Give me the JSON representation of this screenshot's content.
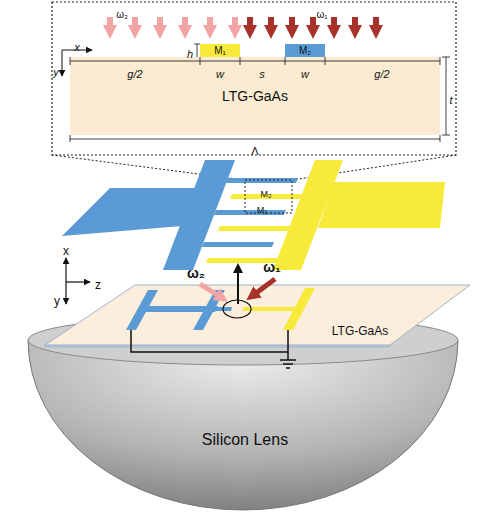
{
  "diagram": {
    "nodes": [
      {
        "text": [
          "M₁"
        ]
      },
      {
        "text": [
          "M₂"
        ]
      },
      {
        "text": [
          "LTG-GaAs"
        ]
      },
      {
        "text": [
          "LTG-GaAs"
        ]
      },
      {
        "text": [
          "Silicon Lens"
        ]
      }
    ],
    "labels": [
      "ω₂",
      "ω₁",
      "x",
      "y",
      "h",
      "g/2",
      "w",
      "s",
      "w",
      "g/2",
      "t",
      "Λ",
      "M₂",
      "M₁",
      "x",
      "y",
      "z",
      "ω₂",
      "ω₁"
    ]
  }
}
